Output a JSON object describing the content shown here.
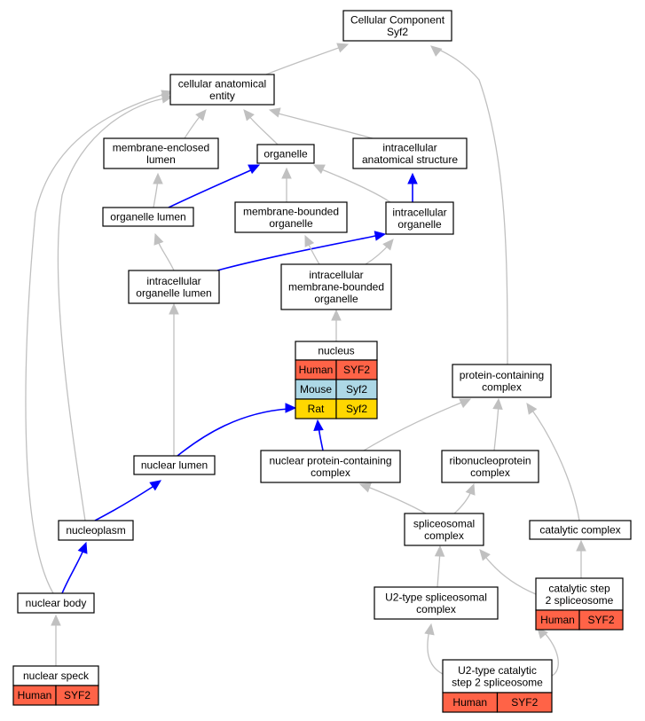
{
  "colors": {
    "human": "#ff6347",
    "mouse": "#add8e6",
    "rat": "#ffd700",
    "edge_is_a": "#c0c0c0",
    "edge_part_of": "#0000ff"
  },
  "nodes": {
    "cellular_component": [
      "Cellular Component",
      "Syf2"
    ],
    "cellular_anatomical_entity": [
      "cellular anatomical",
      "entity"
    ],
    "membrane_enclosed_lumen": [
      "membrane-enclosed",
      "lumen"
    ],
    "organelle": [
      "organelle"
    ],
    "intracellular_anatomical_structure": [
      "intracellular",
      "anatomical structure"
    ],
    "organelle_lumen": [
      "organelle lumen"
    ],
    "membrane_bounded_organelle": [
      "membrane-bounded",
      "organelle"
    ],
    "intracellular_organelle": [
      "intracellular",
      "organelle"
    ],
    "intracellular_organelle_lumen": [
      "intracellular",
      "organelle lumen"
    ],
    "intracellular_membrane_bounded_organelle": [
      "intracellular",
      "membrane-bounded",
      "organelle"
    ],
    "nucleus": [
      "nucleus"
    ],
    "protein_containing_complex": [
      "protein-containing",
      "complex"
    ],
    "nuclear_lumen": [
      "nuclear lumen"
    ],
    "nuclear_protein_containing_complex": [
      "nuclear protein-containing",
      "complex"
    ],
    "ribonucleoprotein_complex": [
      "ribonucleoprotein",
      "complex"
    ],
    "nucleoplasm": [
      "nucleoplasm"
    ],
    "spliceosomal_complex": [
      "spliceosomal",
      "complex"
    ],
    "catalytic_complex": [
      "catalytic complex"
    ],
    "nuclear_body": [
      "nuclear body"
    ],
    "u2_type_spliceosomal_complex": [
      "U2-type spliceosomal",
      "complex"
    ],
    "catalytic_step_2_spliceosome": [
      "catalytic step",
      "2 spliceosome"
    ],
    "nuclear_speck": [
      "nuclear speck"
    ],
    "u2_type_catalytic_step_2_spliceosome": [
      "U2-type catalytic",
      "step 2 spliceosome"
    ]
  },
  "annotations": {
    "nucleus": [
      [
        "Human",
        "SYF2"
      ],
      [
        "Mouse",
        "Syf2"
      ],
      [
        "Rat",
        "Syf2"
      ]
    ],
    "catalytic_step_2_spliceosome": [
      [
        "Human",
        "SYF2"
      ]
    ],
    "nuclear_speck": [
      [
        "Human",
        "SYF2"
      ]
    ],
    "u2_type_catalytic_step_2_spliceosome": [
      [
        "Human",
        "SYF2"
      ]
    ]
  }
}
